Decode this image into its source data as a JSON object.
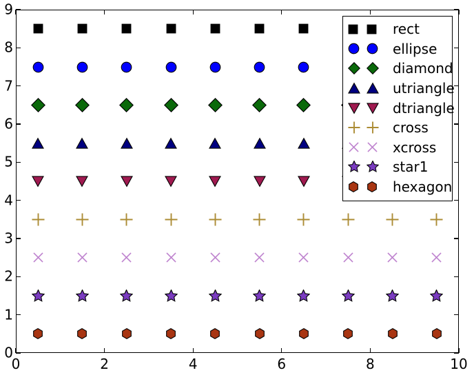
{
  "figure": {
    "background": "#ffffff"
  },
  "chart_data": {
    "type": "scatter",
    "title": "",
    "xlabel": "",
    "ylabel": "",
    "xlim": [
      0,
      10
    ],
    "ylim": [
      0,
      9
    ],
    "grid": false,
    "xticks": [
      0,
      2,
      4,
      6,
      8,
      10
    ],
    "xtick_labels": [
      "0",
      "2",
      "4",
      "6",
      "8",
      "10"
    ],
    "yticks": [
      0,
      1,
      2,
      3,
      4,
      5,
      6,
      7,
      8,
      9
    ],
    "ytick_labels": [
      "0",
      "1",
      "2",
      "3",
      "4",
      "5",
      "6",
      "7",
      "8",
      "9"
    ],
    "x": [
      0.5,
      1.5,
      2.5,
      3.5,
      4.5,
      5.5,
      6.5,
      7.5,
      8.5,
      9.5
    ],
    "series": [
      {
        "name": "rect",
        "marker": "rect",
        "fill": "#000000",
        "edge": "#000000",
        "y": 8.5,
        "size": 15
      },
      {
        "name": "ellipse",
        "marker": "ellipse",
        "fill": "#0000ff",
        "edge": "#000000",
        "y": 7.5,
        "size": 17
      },
      {
        "name": "diamond",
        "marker": "diamond",
        "fill": "#0a690a",
        "edge": "#000000",
        "y": 6.5,
        "size": 21
      },
      {
        "name": "utriangle",
        "marker": "utriangle",
        "fill": "#000080",
        "edge": "#000000",
        "y": 5.5,
        "size": 18
      },
      {
        "name": "dtriangle",
        "marker": "dtriangle",
        "fill": "#a01a50",
        "edge": "#000000",
        "y": 4.5,
        "size": 18
      },
      {
        "name": "cross",
        "marker": "cross",
        "fill": "#ac8c35",
        "edge": "none",
        "y": 3.5,
        "size": 19
      },
      {
        "name": "xcross",
        "marker": "xcross",
        "fill": "#be82ce",
        "edge": "none",
        "y": 2.5,
        "size": 17
      },
      {
        "name": "star1",
        "marker": "star1",
        "fill": "#7a3bc0",
        "edge": "#000000",
        "y": 1.5,
        "size": 19
      },
      {
        "name": "hexagon",
        "marker": "hexagon",
        "fill": "#a83512",
        "edge": "#000000",
        "y": 0.5,
        "size": 16
      }
    ],
    "legend": {
      "position": "upper right",
      "markers_per_entry": 2,
      "entries": [
        "rect",
        "ellipse",
        "diamond",
        "utriangle",
        "dtriangle",
        "cross",
        "xcross",
        "star1",
        "hexagon"
      ]
    }
  }
}
